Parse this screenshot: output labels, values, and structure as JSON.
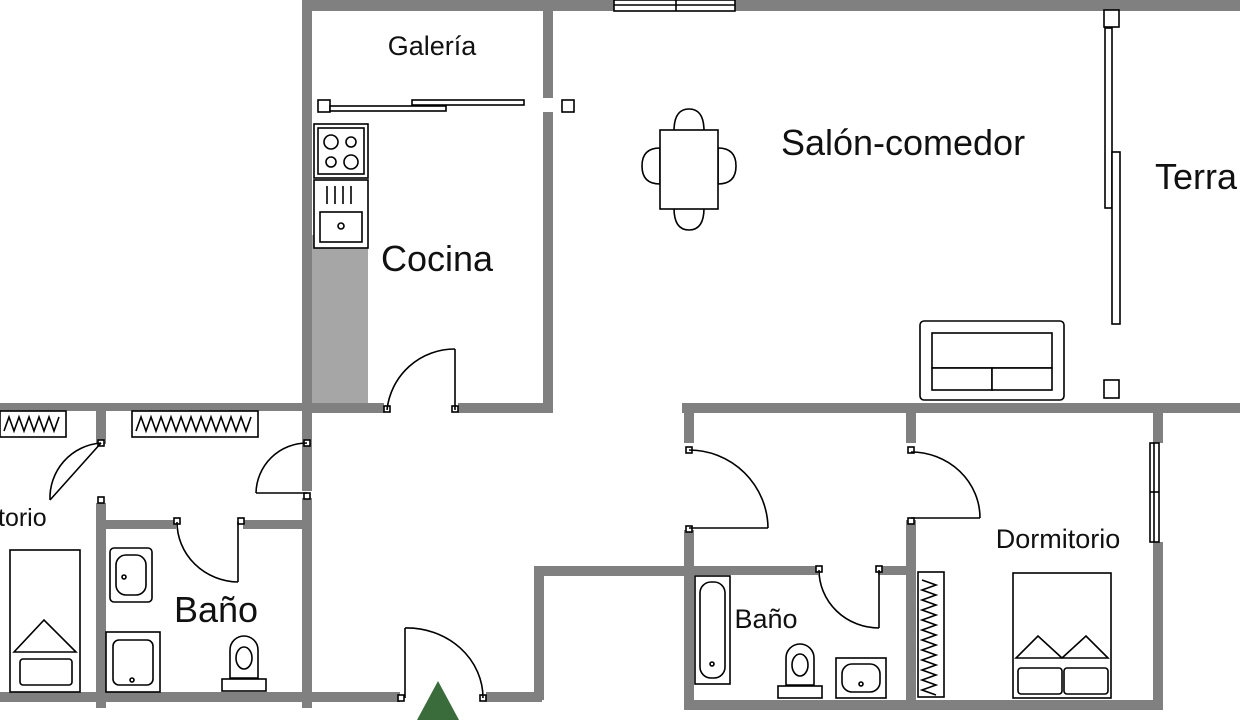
{
  "rooms": {
    "galeria": "Galería",
    "cocina": "Cocina",
    "salon": "Salón-comedor",
    "terraza": "Terra",
    "dormitorio_left": "torio",
    "bano_left": "Baño",
    "bano_right": "Baño",
    "dormitorio_right": "Dormitorio"
  },
  "colors": {
    "wall": "#808080",
    "counter": "#a6a6a6",
    "entrance_marker": "#3a6b3a"
  }
}
